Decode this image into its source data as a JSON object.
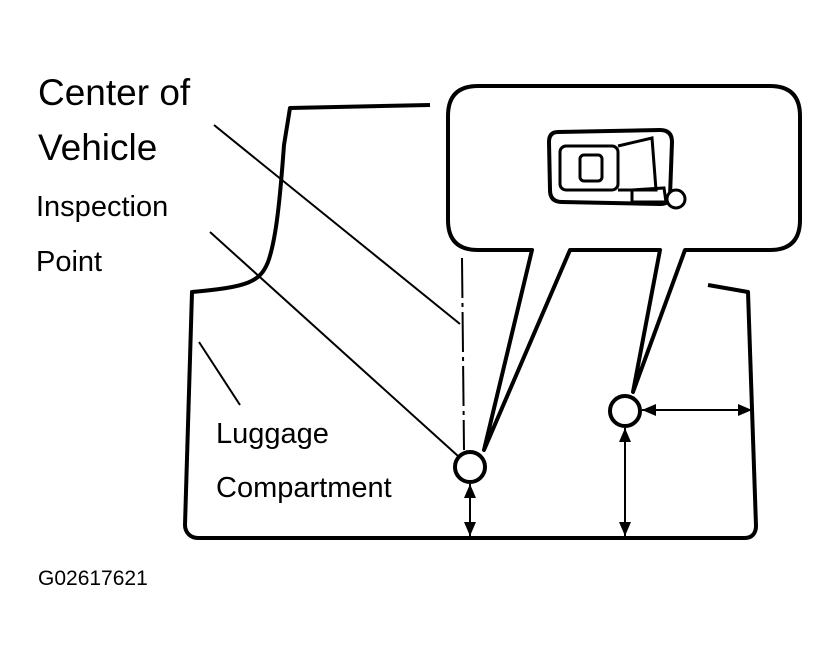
{
  "labels": {
    "center_line1": "Center of",
    "center_line2": "Vehicle",
    "inspection_line1": "Inspection",
    "inspection_line2": "Point",
    "luggage_line1": "Luggage",
    "luggage_line2": "Compartment",
    "figure_code": "G02617621"
  },
  "colors": {
    "ink": "#000000",
    "paper": "#ffffff"
  },
  "icons": {
    "callout_object": "key-fob-icon"
  }
}
